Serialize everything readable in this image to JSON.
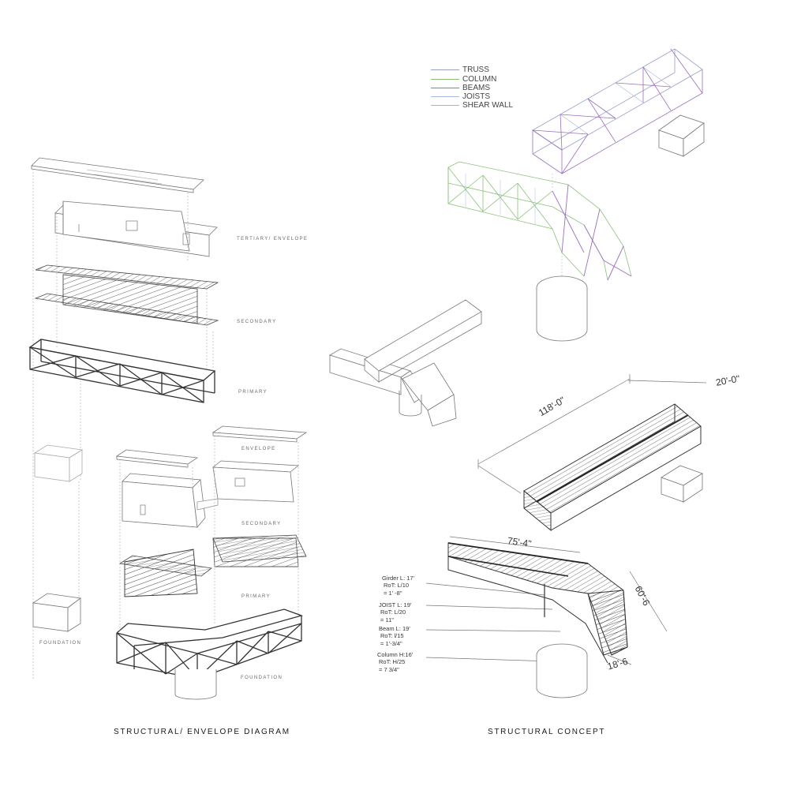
{
  "left_diagram": {
    "title": "STRUCTURAL/ ENVELOPE DIAGRAM",
    "stack_a_labels": [
      "TERTIARY/ ENVELOPE",
      "SECONDARY",
      "PRIMARY"
    ],
    "stack_b_labels": [
      "ENVELOPE",
      "SECONDARY",
      "PRIMARY"
    ],
    "foundation_labels": [
      "FOUNDATION",
      "FOUNDATION"
    ]
  },
  "right_diagram": {
    "title": "STRUCTURAL CONCEPT",
    "legend": [
      {
        "label": "TRUSS",
        "color": "#9aa0c8"
      },
      {
        "label": "COLUMN",
        "color": "#8bc27a"
      },
      {
        "label": "BEAMS",
        "color": "#9a6fbf"
      },
      {
        "label": "JOISTS",
        "color": "#a9b8e0"
      },
      {
        "label": "SHEAR WALL",
        "color": "#7fc7c0"
      }
    ],
    "dimensions": {
      "long_span": "118'-0\"",
      "width": "20'-0\"",
      "upper_span": "75'-4\"",
      "leg_span": "60'-6",
      "leg_width": "18'-6"
    },
    "specs": [
      {
        "lines": [
          "Girder L: 17'",
          "RoT: L/10",
          "= 1' -8\""
        ]
      },
      {
        "lines": [
          "JOIST L: 19'",
          "RoT: L/20",
          "= 11\""
        ]
      },
      {
        "lines": [
          "Beam L: 19'",
          "RoT: l/15",
          "= 1'-3/4\""
        ]
      },
      {
        "lines": [
          "Column H:16'",
          "RoT: H/25",
          "= 7 3/4\""
        ]
      }
    ]
  }
}
